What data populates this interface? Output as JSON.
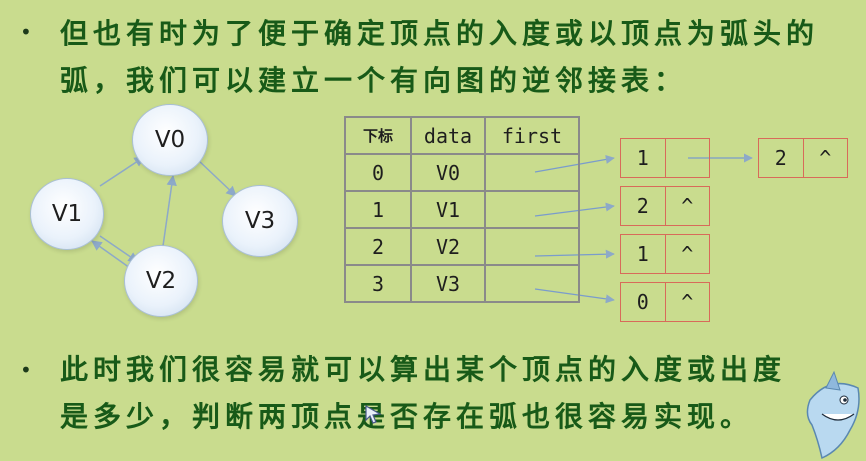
{
  "text": {
    "para1": "但也有时为了便于确定顶点的入度或以顶点为弧头的弧，我们可以建立一个有向图的逆邻接表：",
    "para2": "此时我们很容易就可以算出某个顶点的入度或出度是多少，判断两顶点是否存在弧也很容易实现。",
    "bullet": "•"
  },
  "graph": {
    "vertices": [
      "V0",
      "V1",
      "V2",
      "V3"
    ]
  },
  "table": {
    "headers": [
      "下标",
      "data",
      "first"
    ],
    "rows": [
      {
        "index": "0",
        "data": "V0",
        "first": ""
      },
      {
        "index": "1",
        "data": "V1",
        "first": ""
      },
      {
        "index": "2",
        "data": "V2",
        "first": ""
      },
      {
        "index": "3",
        "data": "V3",
        "first": ""
      }
    ]
  },
  "lists": {
    "row0": [
      {
        "adjvex": "1",
        "next": ""
      },
      {
        "adjvex": "2",
        "next": "^"
      }
    ],
    "row1": [
      {
        "adjvex": "2",
        "next": "^"
      }
    ],
    "row2": [
      {
        "adjvex": "1",
        "next": "^"
      }
    ],
    "row3": [
      {
        "adjvex": "0",
        "next": "^"
      }
    ]
  },
  "colors": {
    "background": "#c9dc8e",
    "text": "#185a18",
    "node_border": "#d86a5a"
  }
}
